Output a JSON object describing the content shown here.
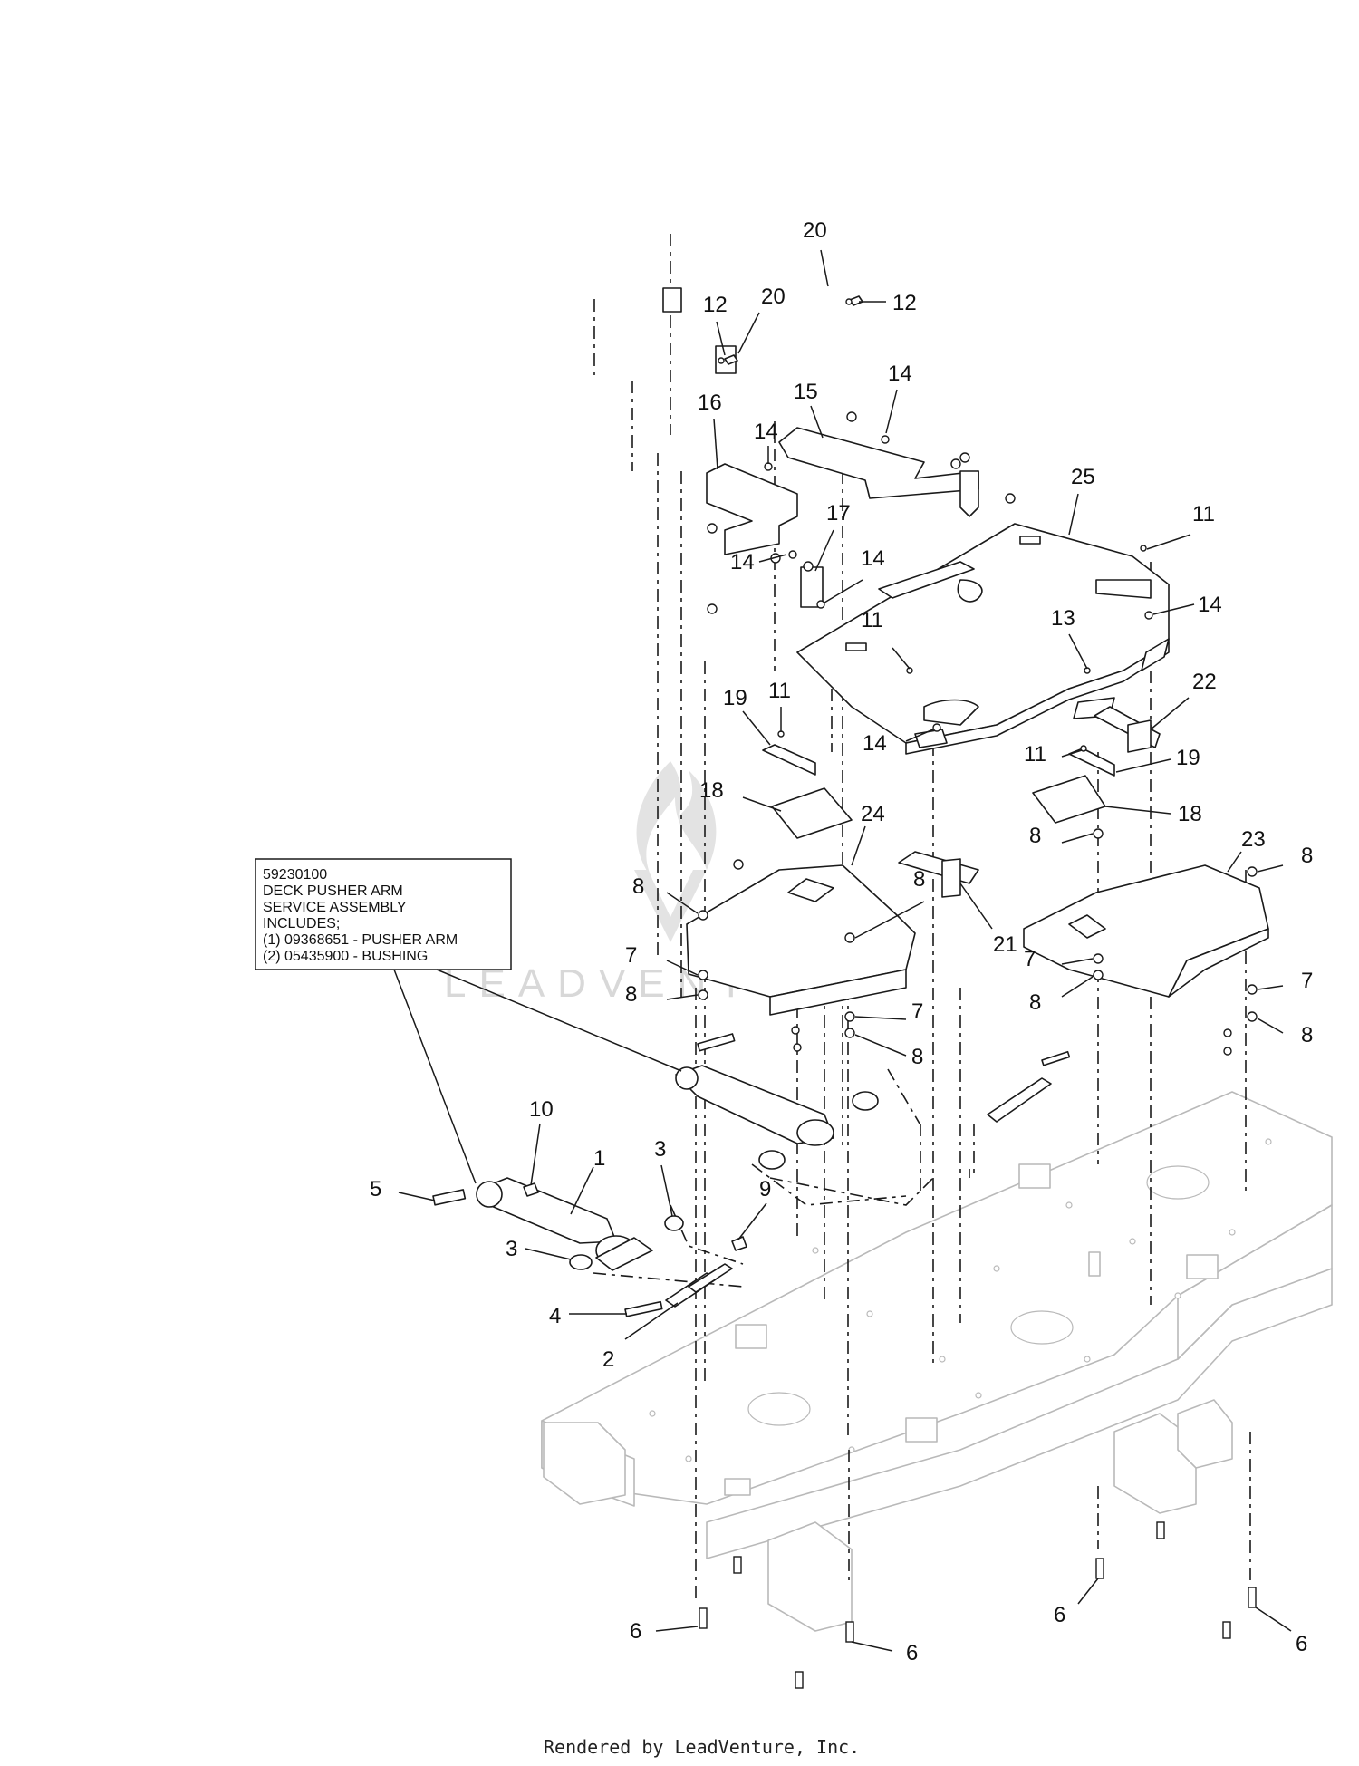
{
  "callouts": [
    {
      "id": "c1",
      "label": "1"
    },
    {
      "id": "c2",
      "label": "2"
    },
    {
      "id": "c3a",
      "label": "3"
    },
    {
      "id": "c3b",
      "label": "3"
    },
    {
      "id": "c4",
      "label": "4"
    },
    {
      "id": "c5",
      "label": "5"
    },
    {
      "id": "c6a",
      "label": "6"
    },
    {
      "id": "c6b",
      "label": "6"
    },
    {
      "id": "c6c",
      "label": "6"
    },
    {
      "id": "c6d",
      "label": "6"
    },
    {
      "id": "c7a",
      "label": "7"
    },
    {
      "id": "c7b",
      "label": "7"
    },
    {
      "id": "c7c",
      "label": "7"
    },
    {
      "id": "c7d",
      "label": "7"
    },
    {
      "id": "c8a",
      "label": "8"
    },
    {
      "id": "c8b",
      "label": "8"
    },
    {
      "id": "c8c",
      "label": "8"
    },
    {
      "id": "c8d",
      "label": "8"
    },
    {
      "id": "c8e",
      "label": "8"
    },
    {
      "id": "c8f",
      "label": "8"
    },
    {
      "id": "c8g",
      "label": "8"
    },
    {
      "id": "c8h",
      "label": "8"
    },
    {
      "id": "c9",
      "label": "9"
    },
    {
      "id": "c10",
      "label": "10"
    },
    {
      "id": "c11a",
      "label": "11"
    },
    {
      "id": "c11b",
      "label": "11"
    },
    {
      "id": "c11c",
      "label": "11"
    },
    {
      "id": "c11d",
      "label": "11"
    },
    {
      "id": "c12a",
      "label": "12"
    },
    {
      "id": "c12b",
      "label": "12"
    },
    {
      "id": "c13",
      "label": "13"
    },
    {
      "id": "c14a",
      "label": "14"
    },
    {
      "id": "c14b",
      "label": "14"
    },
    {
      "id": "c14c",
      "label": "14"
    },
    {
      "id": "c14d",
      "label": "14"
    },
    {
      "id": "c14e",
      "label": "14"
    },
    {
      "id": "c14f",
      "label": "14"
    },
    {
      "id": "c15",
      "label": "15"
    },
    {
      "id": "c16",
      "label": "16"
    },
    {
      "id": "c17",
      "label": "17"
    },
    {
      "id": "c18a",
      "label": "18"
    },
    {
      "id": "c18b",
      "label": "18"
    },
    {
      "id": "c19a",
      "label": "19"
    },
    {
      "id": "c19b",
      "label": "19"
    },
    {
      "id": "c20a",
      "label": "20"
    },
    {
      "id": "c20b",
      "label": "20"
    },
    {
      "id": "c21",
      "label": "21"
    },
    {
      "id": "c22",
      "label": "22"
    },
    {
      "id": "c23",
      "label": "23"
    },
    {
      "id": "c24",
      "label": "24"
    },
    {
      "id": "c25",
      "label": "25"
    }
  ],
  "service_note": {
    "lines": [
      "59230100",
      "DECK PUSHER ARM",
      "SERVICE ASSEMBLY",
      "INCLUDES;",
      "(1) 09368651 - PUSHER ARM",
      "(2) 05435900 - BUSHING"
    ]
  },
  "watermark": "LEADVENTURE",
  "footer": "Rendered by LeadVenture, Inc.",
  "colors": {
    "line": "#1a1a1a",
    "deck_line": "#b9b9b9",
    "background": "#ffffff"
  }
}
